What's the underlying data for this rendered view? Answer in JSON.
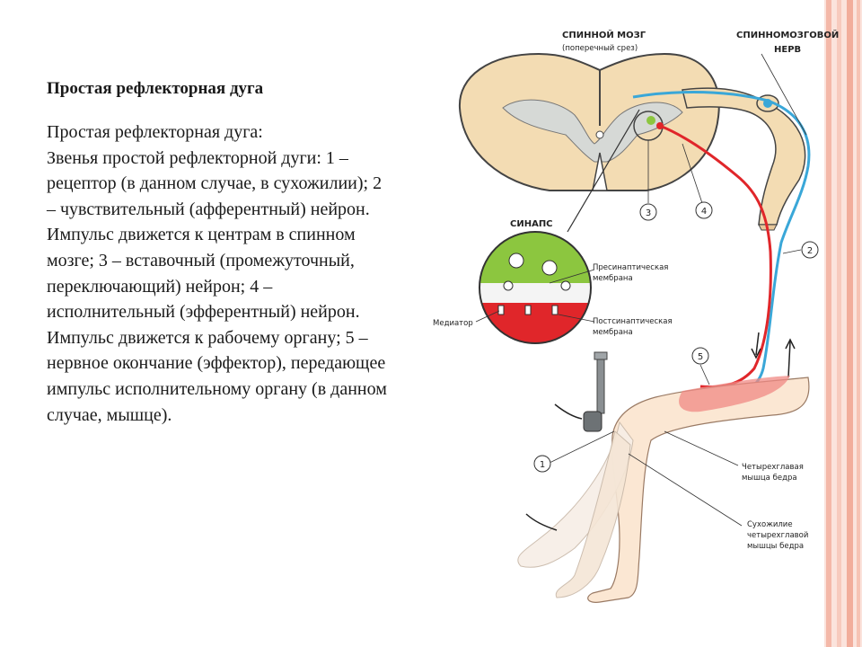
{
  "slide": {
    "title": "Простая рефлекторная дуга",
    "body": "Простая рефлекторная дуга:\nЗвенья простой рефлекторной дуги: 1 – рецептор (в данном случае, в сухожилии); 2 – чувствительный (афферентный) нейрон. Импульс движется к центрам в спинном мозге; 3 – вставочный (промежуточный, переключающий) нейрон; 4 – исполнительный (эфферентный) нейрон. Импульс движется к рабочему органу; 5 – нервное окончание (эффектор), передающее импульс исполнительному органу (в данном случае, мышце)."
  },
  "diagram": {
    "spinal_cord_label": "СПИННОЙ МОЗГ",
    "spinal_cord_sublabel": "(поперечный срез)",
    "spinal_nerve_label_1": "СПИННОМОЗГОВОЙ",
    "spinal_nerve_label_2": "НЕРВ",
    "synapse_label": "СИНАПС",
    "presynaptic_1": "Пресинаптическая",
    "presynaptic_2": "мембрана",
    "postsynaptic_1": "Постсинаптическая",
    "postsynaptic_2": "мембрана",
    "mediator": "Медиатор",
    "muscle_1": "Четырехглавая",
    "muscle_2": "мышца бедра",
    "tendon_1": "Сухожилие",
    "tendon_2": "четырехглавой",
    "tendon_3": "мышцы бедра",
    "markers": [
      "1",
      "2",
      "3",
      "4",
      "5"
    ]
  },
  "colors": {
    "afferent": "#3aa7d8",
    "efferent": "#e0262a",
    "cord": "#f3dcb3",
    "grey_matter": "#d6d9d6",
    "synapse_top": "#8cc63f",
    "synapse_bottom": "#e0262a"
  }
}
